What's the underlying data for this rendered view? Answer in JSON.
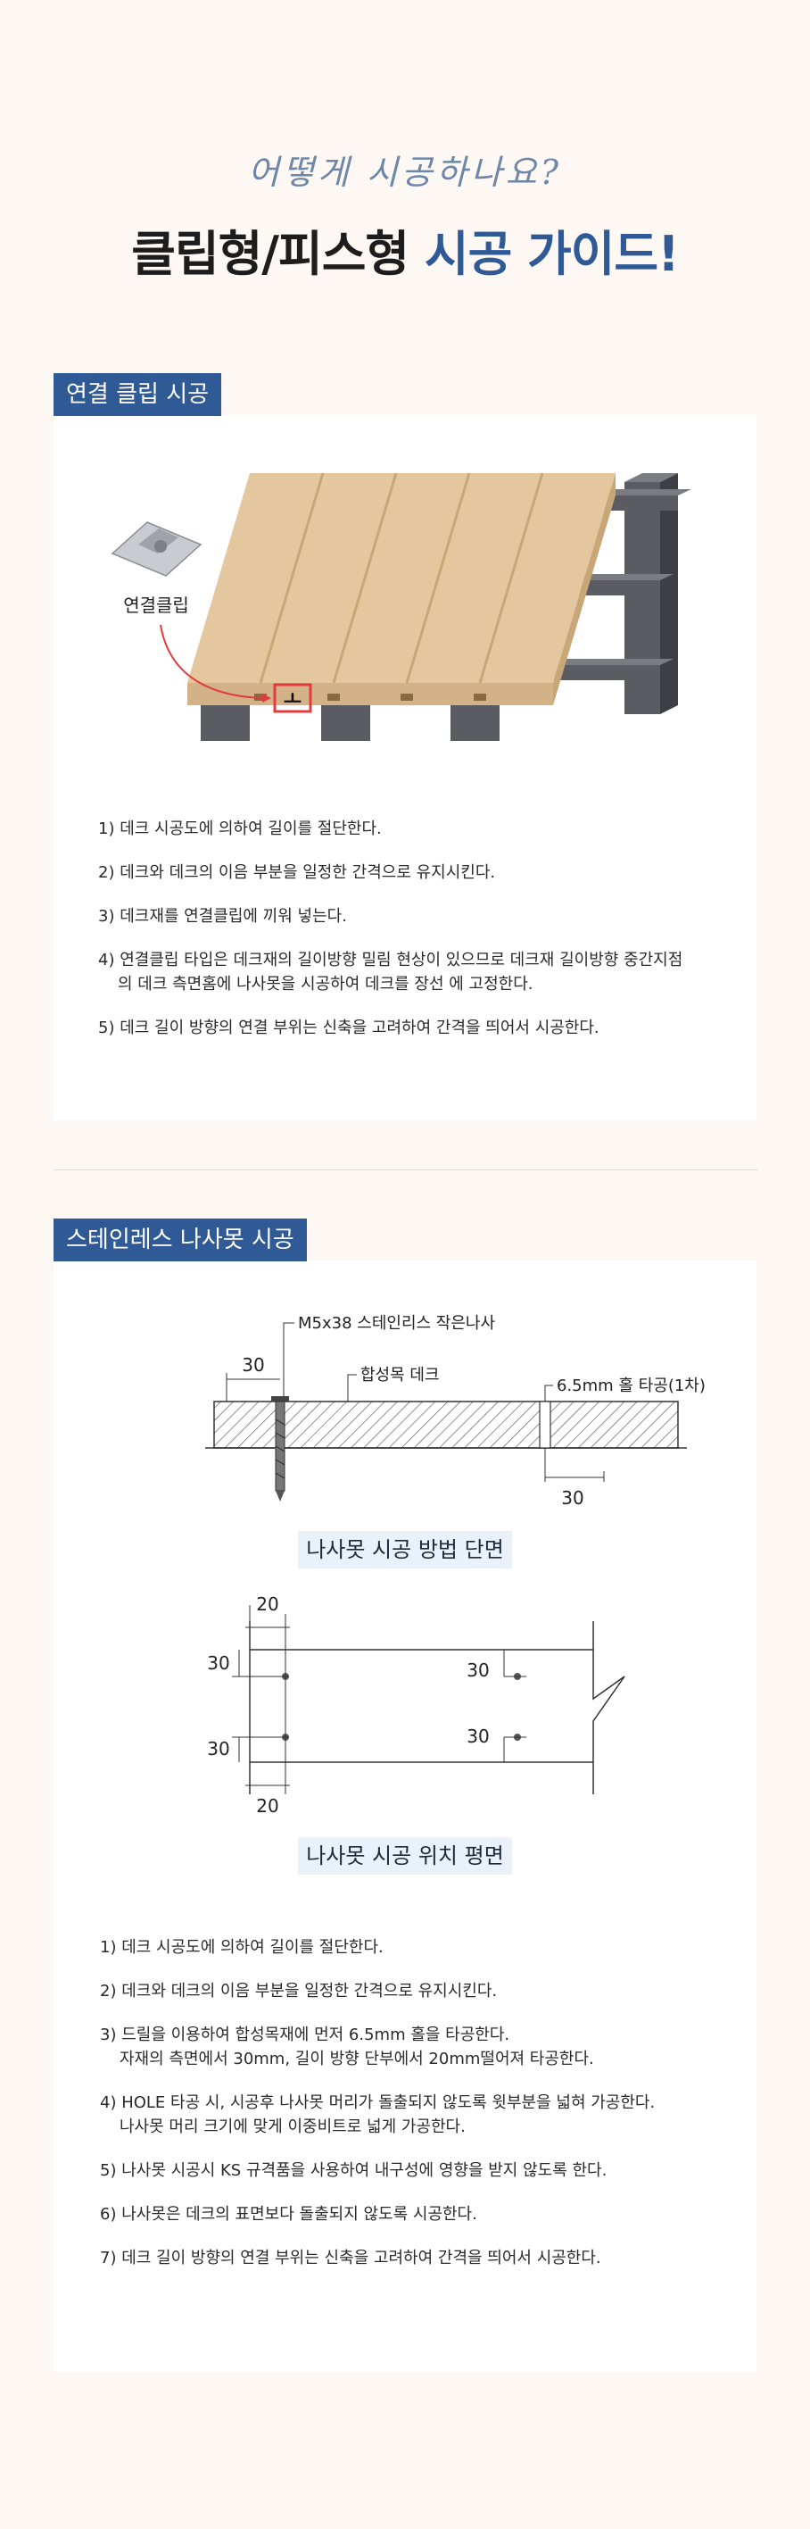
{
  "hero": {
    "subtitle": "어떻게 시공하나요?",
    "title_dark": "클립형/피스형",
    "title_blue": "시공 가이드!"
  },
  "section1": {
    "tag": "연결 클립 시공",
    "clip_label": "연결클립",
    "steps": [
      {
        "lines": [
          "1) 데크 시공도에 의하여 길이를 절단한다."
        ]
      },
      {
        "lines": [
          "2) 데크와 데크의 이음 부분을 일정한 간격으로 유지시킨다."
        ]
      },
      {
        "lines": [
          "3) 데크재를 연결클립에 끼워 넣는다."
        ]
      },
      {
        "lines": [
          "4) 연결클립 타입은 데크재의 길이방향 밀림 현상이 있으므로 데크재 길이방향 중간지점",
          "의 데크 측면홈에 나사못을 시공하여 데크를 장선 에 고정한다."
        ]
      },
      {
        "lines": [
          "5) 데크 길이 방향의 연결 부위는 신축을 고려하여 간격을 띄어서 시공한다."
        ]
      }
    ]
  },
  "section2": {
    "tag": "스테인레스 나사못 시공",
    "section_diagram": {
      "screw_label": "M5x38 스테인리스 작은나사",
      "board_label": "합성목 데크",
      "hole_label": "6.5mm 홀 타공(1차)",
      "dim_left": "30",
      "dim_right": "30",
      "caption": "나사못 시공 방법 단면"
    },
    "plan_diagram": {
      "dim_top": "20",
      "dim_bottom": "20",
      "dim_left_top": "30",
      "dim_left_bottom": "30",
      "dim_right_top": "30",
      "dim_right_bottom": "30",
      "caption": "나사못 시공 위치 평면"
    },
    "steps": [
      {
        "lines": [
          "1) 데크 시공도에 의하여 길이를 절단한다."
        ]
      },
      {
        "lines": [
          "2) 데크와 데크의 이음 부분을 일정한 간격으로 유지시킨다."
        ]
      },
      {
        "lines": [
          "3) 드릴을 이용하여 합성목재에 먼저 6.5mm 홀을 타공한다.",
          "자재의 측면에서 30mm, 길이 방향 단부에서 20mm떨어져 타공한다."
        ]
      },
      {
        "lines": [
          "4) HOLE 타공 시, 시공후 나사못 머리가 돌출되지 않도록 윗부분을 넓혀 가공한다.",
          "나사못 머리 크기에 맞게 이중비트로 넓게 가공한다."
        ]
      },
      {
        "lines": [
          "5) 나사못 시공시 KS 규격품을 사용하여 내구성에 영향을 받지 않도록 한다."
        ]
      },
      {
        "lines": [
          "6) 나사못은 데크의 표면보다 돌출되지 않도록 시공한다."
        ]
      },
      {
        "lines": [
          "7) 데크 길이 방향의 연결 부위는 신축을 고려하여 간격을 띄어서 시공한다."
        ]
      }
    ]
  }
}
